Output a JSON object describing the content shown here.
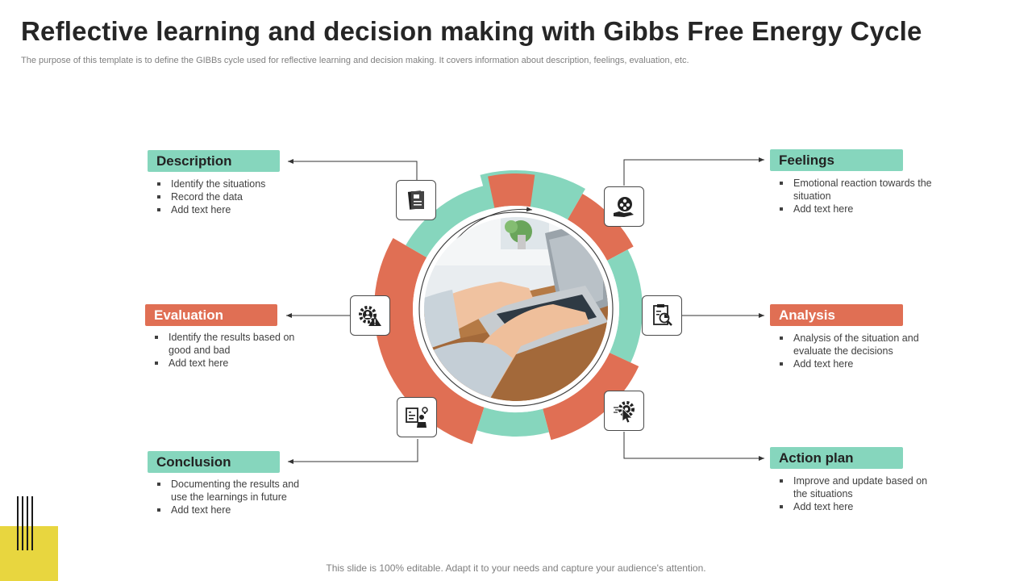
{
  "title": "Reflective learning and decision making with Gibbs Free Energy Cycle",
  "subtitle": "The purpose of this template is to define the GIBBs cycle used for reflective learning and decision making. It covers information about description, feelings, evaluation, etc.",
  "footer": "This slide is 100% editable. Adapt it to your needs and capture your audience's attention.",
  "colors": {
    "green": "#86d6bd",
    "red": "#e06f54",
    "ink": "#262626"
  },
  "stages": {
    "description": {
      "label": "Description",
      "icon": "document-icon",
      "items": [
        "Identify the situations",
        "Record the data",
        "Add text here"
      ]
    },
    "feelings": {
      "label": "Feelings",
      "icon": "emotion-hand-icon",
      "items": [
        "Emotional reaction towards the situation",
        "Add text here"
      ]
    },
    "evaluation": {
      "label": "Evaluation",
      "icon": "gear-warning-icon",
      "items": [
        "Identify the results based on good and bad",
        "Add text here"
      ]
    },
    "analysis": {
      "label": "Analysis",
      "icon": "report-magnifier-icon",
      "items": [
        "Analysis of the situation and evaluate  the decisions",
        "Add text here"
      ]
    },
    "conclusion": {
      "label": "Conclusion",
      "icon": "presenter-idea-icon",
      "items": [
        "Documenting the results and use the learnings in future",
        "Add text here"
      ]
    },
    "action_plan": {
      "label": "Action plan",
      "icon": "gear-cursor-icon",
      "items": [
        "Improve  and update based on the situations",
        "Add text here"
      ]
    }
  }
}
